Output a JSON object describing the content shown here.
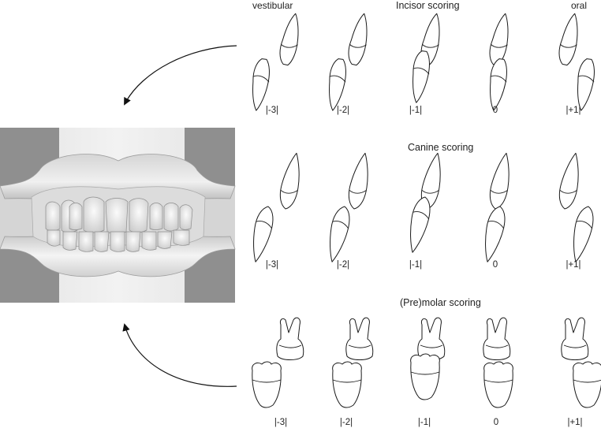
{
  "header": {
    "left_label": "vestibular",
    "right_label": "oral"
  },
  "sections": [
    {
      "id": "incisor",
      "title": "Incisor scoring",
      "tooth_type": "incisor",
      "scores": [
        "|-3|",
        "|-2|",
        "|-1|",
        "0",
        "|+1|"
      ]
    },
    {
      "id": "canine",
      "title": "Canine scoring",
      "tooth_type": "canine",
      "scores": [
        "|-3|",
        "|-2|",
        "|-1|",
        "0",
        "|+1|"
      ]
    },
    {
      "id": "molar",
      "title": "(Pre)molar scoring",
      "tooth_type": "molar",
      "scores": [
        "|-3|",
        "|-2|",
        "|-1|",
        "0",
        "|+1|"
      ]
    }
  ],
  "image": {
    "subject": "3D dental model – frontal view of occluded upper and lower arch"
  },
  "arrows": [
    "arrow-to-model-from-incisor",
    "arrow-to-model-from-molar"
  ]
}
